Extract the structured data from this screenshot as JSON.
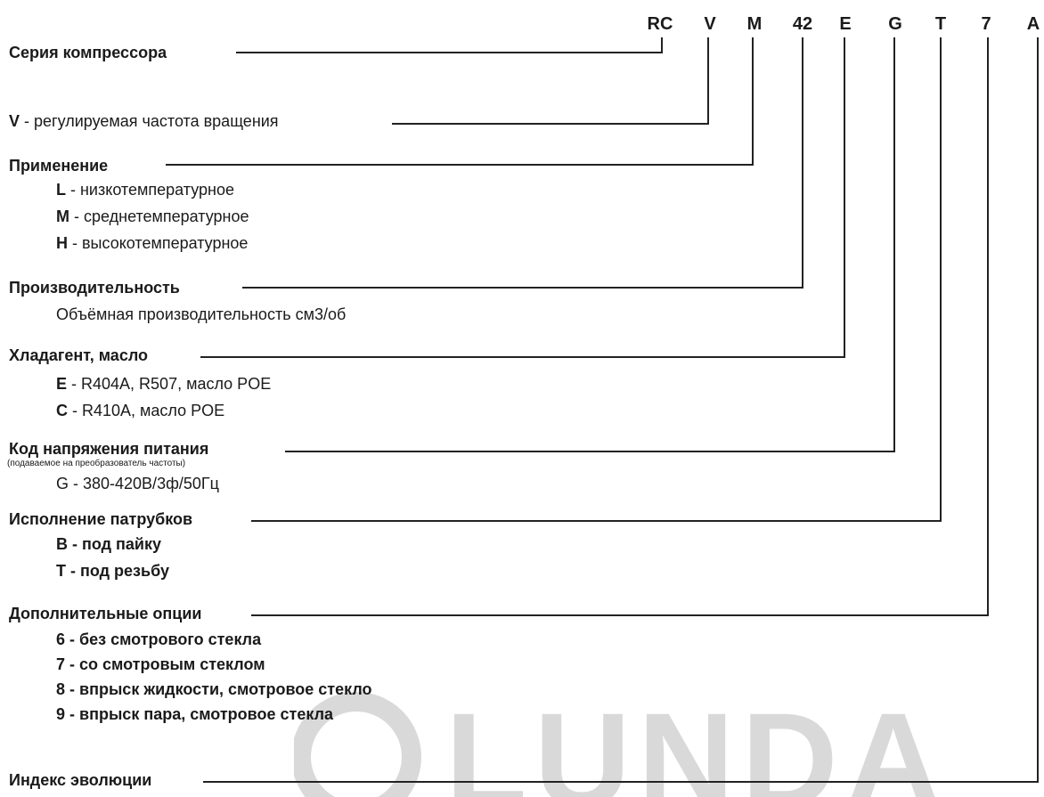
{
  "codes": [
    "RC",
    "V",
    "M",
    "42",
    "E",
    "G",
    "T",
    "7",
    "A"
  ],
  "series": {
    "label": "Серия компрессора"
  },
  "speed": {
    "code": "V",
    "text": " - регулируемая частота вращения"
  },
  "application": {
    "label": "Применение",
    "options": [
      {
        "code": "L",
        "text": " - низкотемпературное"
      },
      {
        "code": "M",
        "text": " - среднетемпературное"
      },
      {
        "code": "H",
        "text": " - высокотемпературное"
      }
    ]
  },
  "capacity": {
    "label": "Производительность",
    "desc": "Объёмная производительность см3/об"
  },
  "refrigerant": {
    "label": "Хладагент, масло",
    "options": [
      {
        "code": "E",
        "text": " - R404A, R507, масло POE"
      },
      {
        "code": "C",
        "text": " - R410A, масло POE"
      }
    ]
  },
  "voltage": {
    "label": "Код напряжения питания",
    "note": "(подаваемое на преобразователь частоты)",
    "desc": "G - 380-420В/3ф/50Гц"
  },
  "fittings": {
    "label": "Исполнение патрубков",
    "options": [
      "B - под пайку",
      "T - под резьбу"
    ]
  },
  "extras": {
    "label": "Дополнительные опции",
    "options": [
      "6 - без смотрового стекла",
      "7 - со смотровым стеклом",
      "8 - впрыск жидкости, смотровое стекло",
      "9 - впрыск пара, смотровое стекла"
    ]
  },
  "evolution": {
    "label": "Индекс эволюции"
  },
  "watermark": {
    "text": "OLUNDA"
  },
  "colors": {
    "line": "#222222",
    "watermark": "#d9d9d9"
  }
}
